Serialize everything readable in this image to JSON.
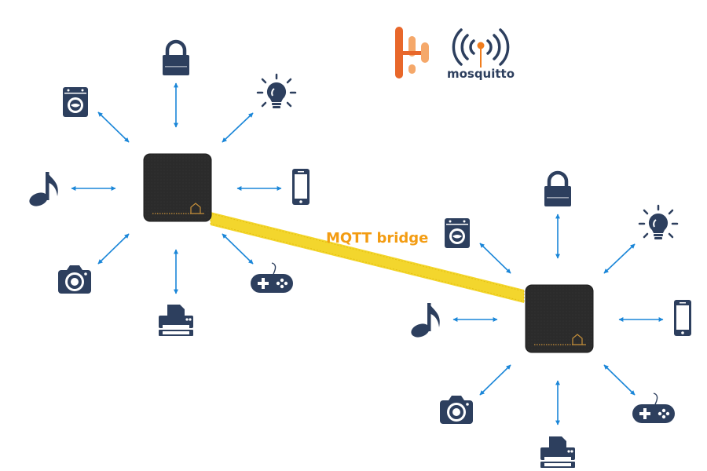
{
  "bridge": {
    "label": "MQTT bridge"
  },
  "brands": {
    "mosquitto": "mosquitto"
  },
  "colors": {
    "icon": "#2d3f5e",
    "arrow": "#1a86d8",
    "bridge": "#f2d21b",
    "bridge_text": "#f39c12",
    "hub_body": "#2b2b2b",
    "hub_accent": "#c8913a",
    "logo_dark": "#e8672a",
    "logo_light": "#f5a86a",
    "mosq_accent": "#f07d1d"
  },
  "hubs": [
    {
      "name": "hub-left",
      "devices": [
        "lock-icon",
        "lightbulb-icon",
        "smartphone-icon",
        "gamepad-icon",
        "printer-icon",
        "camera-icon",
        "music-note-icon",
        "washing-machine-icon"
      ]
    },
    {
      "name": "hub-right",
      "devices": [
        "lock-icon",
        "lightbulb-icon",
        "smartphone-icon",
        "gamepad-icon",
        "printer-icon",
        "camera-icon",
        "music-note-icon",
        "washing-machine-icon"
      ]
    }
  ]
}
